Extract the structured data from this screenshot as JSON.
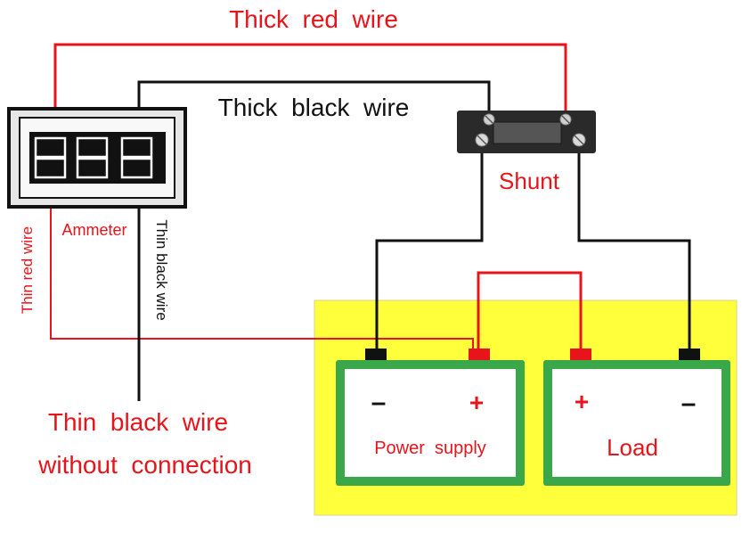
{
  "labels": {
    "thick_red_wire": "Thick  red  wire",
    "thick_black_wire": "Thick  black  wire",
    "shunt": "Shunt",
    "ammeter": "Ammeter",
    "thin_red_wire": "Thin red wire",
    "thin_black_wire_vertical": "Thin black wire",
    "thin_black_no_conn_line1": "Thin  black  wire",
    "thin_black_no_conn_line2": "without  connection",
    "power_supply": "Power  supply",
    "load": "Load",
    "ps_minus": "–",
    "ps_plus": "+",
    "load_plus": "+",
    "load_minus": "–"
  },
  "colors": {
    "wire_red": "#e8141c",
    "wire_black": "#111111",
    "board_yellow": "#ffff3c",
    "box_green": "#3aa84a",
    "shunt_body": "#2a2a2a",
    "meter_frame": "#e6e6e6"
  }
}
